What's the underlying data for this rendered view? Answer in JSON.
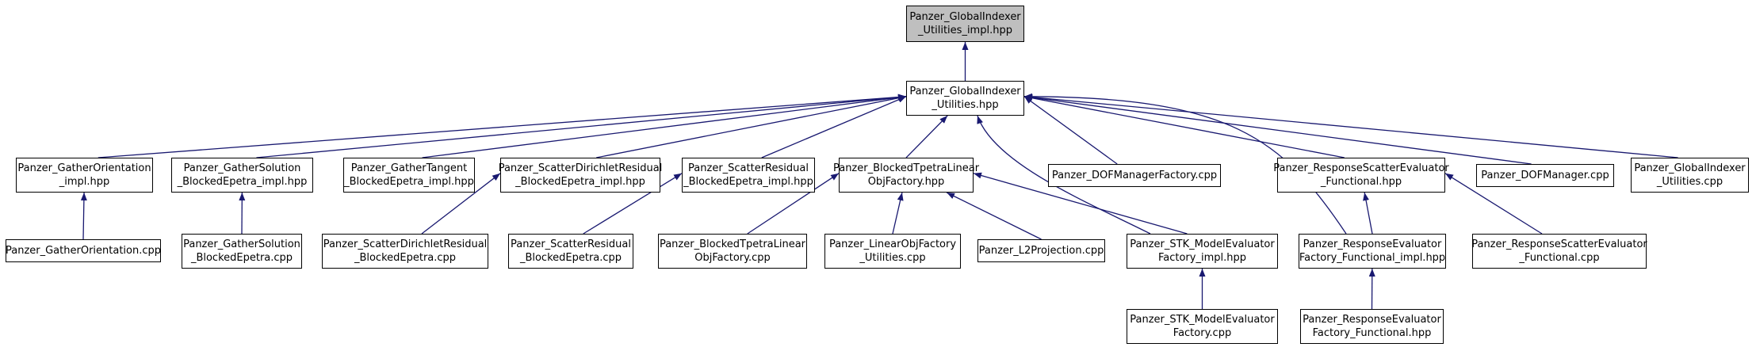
{
  "edge_color": "#191970",
  "root_fill": "#bfbfbf",
  "nodes": {
    "root": {
      "lines": [
        "Panzer_GlobalIndexer",
        "_Utilities_impl.hpp"
      ],
      "interactable": false
    },
    "gi_util_hpp": {
      "lines": [
        "Panzer_GlobalIndexer",
        "_Utilities.hpp"
      ],
      "interactable": true
    },
    "gather_orient_impl": {
      "lines": [
        "Panzer_GatherOrientation",
        "_impl.hpp"
      ],
      "interactable": true
    },
    "gather_sol_impl": {
      "lines": [
        "Panzer_GatherSolution",
        "_BlockedEpetra_impl.hpp"
      ],
      "interactable": true
    },
    "gather_tangent": {
      "lines": [
        "Panzer_GatherTangent",
        "_BlockedEpetra_impl.hpp"
      ],
      "interactable": true
    },
    "scatter_dirichlet_impl": {
      "lines": [
        "Panzer_ScatterDirichletResidual",
        "_BlockedEpetra_impl.hpp"
      ],
      "interactable": true
    },
    "scatter_residual_impl": {
      "lines": [
        "Panzer_ScatterResidual",
        "_BlockedEpetra_impl.hpp"
      ],
      "interactable": true
    },
    "blocked_tpetra_hpp": {
      "lines": [
        "Panzer_BlockedTpetraLinear",
        "ObjFactory.hpp"
      ],
      "interactable": true
    },
    "dof_manager_factory": {
      "lines": [
        "Panzer_DOFManagerFactory.cpp"
      ],
      "interactable": true
    },
    "response_scatter_hpp": {
      "lines": [
        "Panzer_ResponseScatterEvaluator",
        "_Functional.hpp"
      ],
      "interactable": true
    },
    "dof_manager_cpp": {
      "lines": [
        "Panzer_DOFManager.cpp"
      ],
      "interactable": true
    },
    "gi_util_cpp": {
      "lines": [
        "Panzer_GlobalIndexer",
        "_Utilities.cpp"
      ],
      "interactable": true
    },
    "gather_orient_cpp": {
      "lines": [
        "Panzer_GatherOrientation.cpp"
      ],
      "interactable": true
    },
    "gather_sol_cpp": {
      "lines": [
        "Panzer_GatherSolution",
        "_BlockedEpetra.cpp"
      ],
      "interactable": true
    },
    "scatter_dirichlet_cpp": {
      "lines": [
        "Panzer_ScatterDirichletResidual",
        "_BlockedEpetra.cpp"
      ],
      "interactable": true
    },
    "scatter_residual_cpp": {
      "lines": [
        "Panzer_ScatterResidual",
        "_BlockedEpetra.cpp"
      ],
      "interactable": true
    },
    "blocked_tpetra_cpp": {
      "lines": [
        "Panzer_BlockedTpetraLinear",
        "ObjFactory.cpp"
      ],
      "interactable": true
    },
    "linear_obj_factory_util": {
      "lines": [
        "Panzer_LinearObjFactory",
        "_Utilities.cpp"
      ],
      "interactable": true
    },
    "l2_projection": {
      "lines": [
        "Panzer_L2Projection.cpp"
      ],
      "interactable": true
    },
    "stk_model_impl": {
      "lines": [
        "Panzer_STK_ModelEvaluator",
        "Factory_impl.hpp"
      ],
      "interactable": true
    },
    "response_eval_impl": {
      "lines": [
        "Panzer_ResponseEvaluator",
        "Factory_Functional_impl.hpp"
      ],
      "interactable": true
    },
    "response_scatter_cpp": {
      "lines": [
        "Panzer_ResponseScatterEvaluator",
        "_Functional.cpp"
      ],
      "interactable": true
    },
    "stk_model_cpp": {
      "lines": [
        "Panzer_STK_ModelEvaluator",
        "Factory.cpp"
      ],
      "interactable": true
    },
    "response_eval_hpp": {
      "lines": [
        "Panzer_ResponseEvaluator",
        "Factory_Functional.hpp"
      ],
      "interactable": true
    }
  },
  "edges": [
    [
      "gi_util_hpp",
      "root"
    ],
    [
      "gather_orient_impl",
      "gi_util_hpp"
    ],
    [
      "gather_sol_impl",
      "gi_util_hpp"
    ],
    [
      "gather_tangent",
      "gi_util_hpp"
    ],
    [
      "scatter_dirichlet_impl",
      "gi_util_hpp"
    ],
    [
      "scatter_residual_impl",
      "gi_util_hpp"
    ],
    [
      "blocked_tpetra_hpp",
      "gi_util_hpp"
    ],
    [
      "dof_manager_factory",
      "gi_util_hpp"
    ],
    [
      "response_scatter_hpp",
      "gi_util_hpp"
    ],
    [
      "dof_manager_cpp",
      "gi_util_hpp"
    ],
    [
      "gi_util_cpp",
      "gi_util_hpp"
    ],
    [
      "stk_model_impl",
      "gi_util_hpp"
    ],
    [
      "response_eval_impl",
      "gi_util_hpp"
    ],
    [
      "gather_orient_cpp",
      "gather_orient_impl"
    ],
    [
      "gather_sol_cpp",
      "gather_sol_impl"
    ],
    [
      "scatter_dirichlet_cpp",
      "scatter_dirichlet_impl"
    ],
    [
      "scatter_residual_cpp",
      "scatter_residual_impl"
    ],
    [
      "blocked_tpetra_cpp",
      "blocked_tpetra_hpp"
    ],
    [
      "linear_obj_factory_util",
      "blocked_tpetra_hpp"
    ],
    [
      "l2_projection",
      "blocked_tpetra_hpp"
    ],
    [
      "stk_model_impl",
      "blocked_tpetra_hpp"
    ],
    [
      "response_eval_impl",
      "response_scatter_hpp"
    ],
    [
      "response_scatter_cpp",
      "response_scatter_hpp"
    ],
    [
      "stk_model_cpp",
      "stk_model_impl"
    ],
    [
      "response_eval_hpp",
      "response_eval_impl"
    ]
  ]
}
